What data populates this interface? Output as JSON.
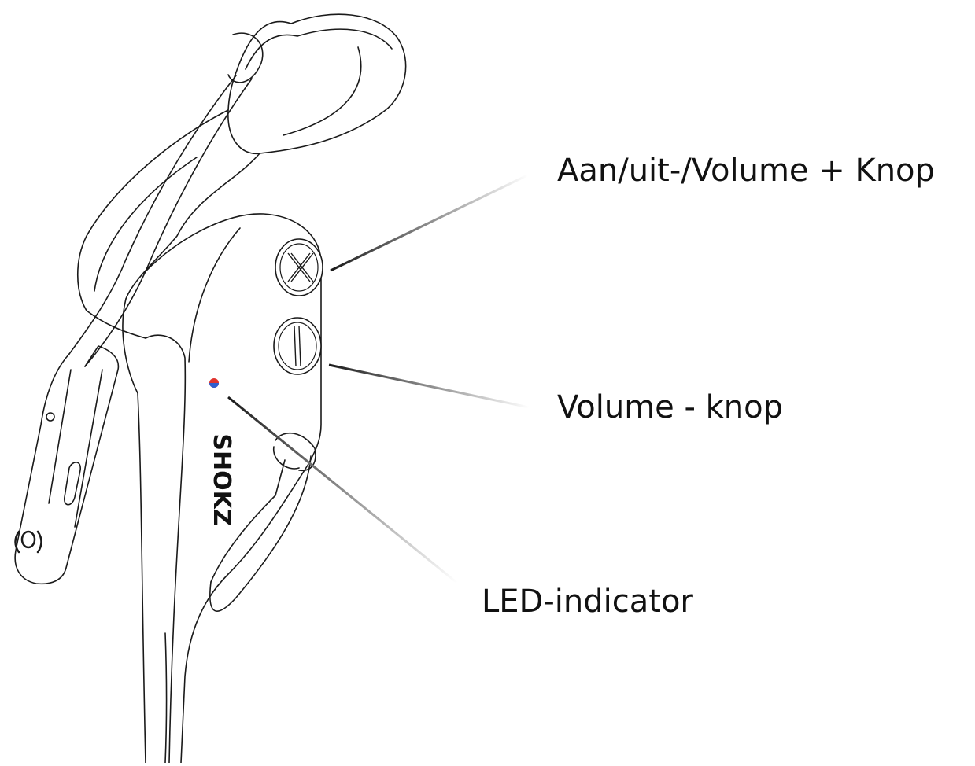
{
  "labels": {
    "power_volume_up": "Aan/uit-/Volume + Knop",
    "volume_down": "Volume - knop",
    "led_indicator": "LED-indicator"
  },
  "brand": {
    "logo_text": "SHOKZ"
  },
  "icons": {
    "plus_button": "plus-icon",
    "minus_button": "minus-icon",
    "led": "led-dot-icon",
    "multifunction_button": "sound-wave-icon"
  },
  "colors": {
    "outline": "#1a1a1a",
    "text": "#111111",
    "led_red": "#e0342f",
    "led_blue": "#2f5fd0",
    "callout_line": "#222222"
  }
}
